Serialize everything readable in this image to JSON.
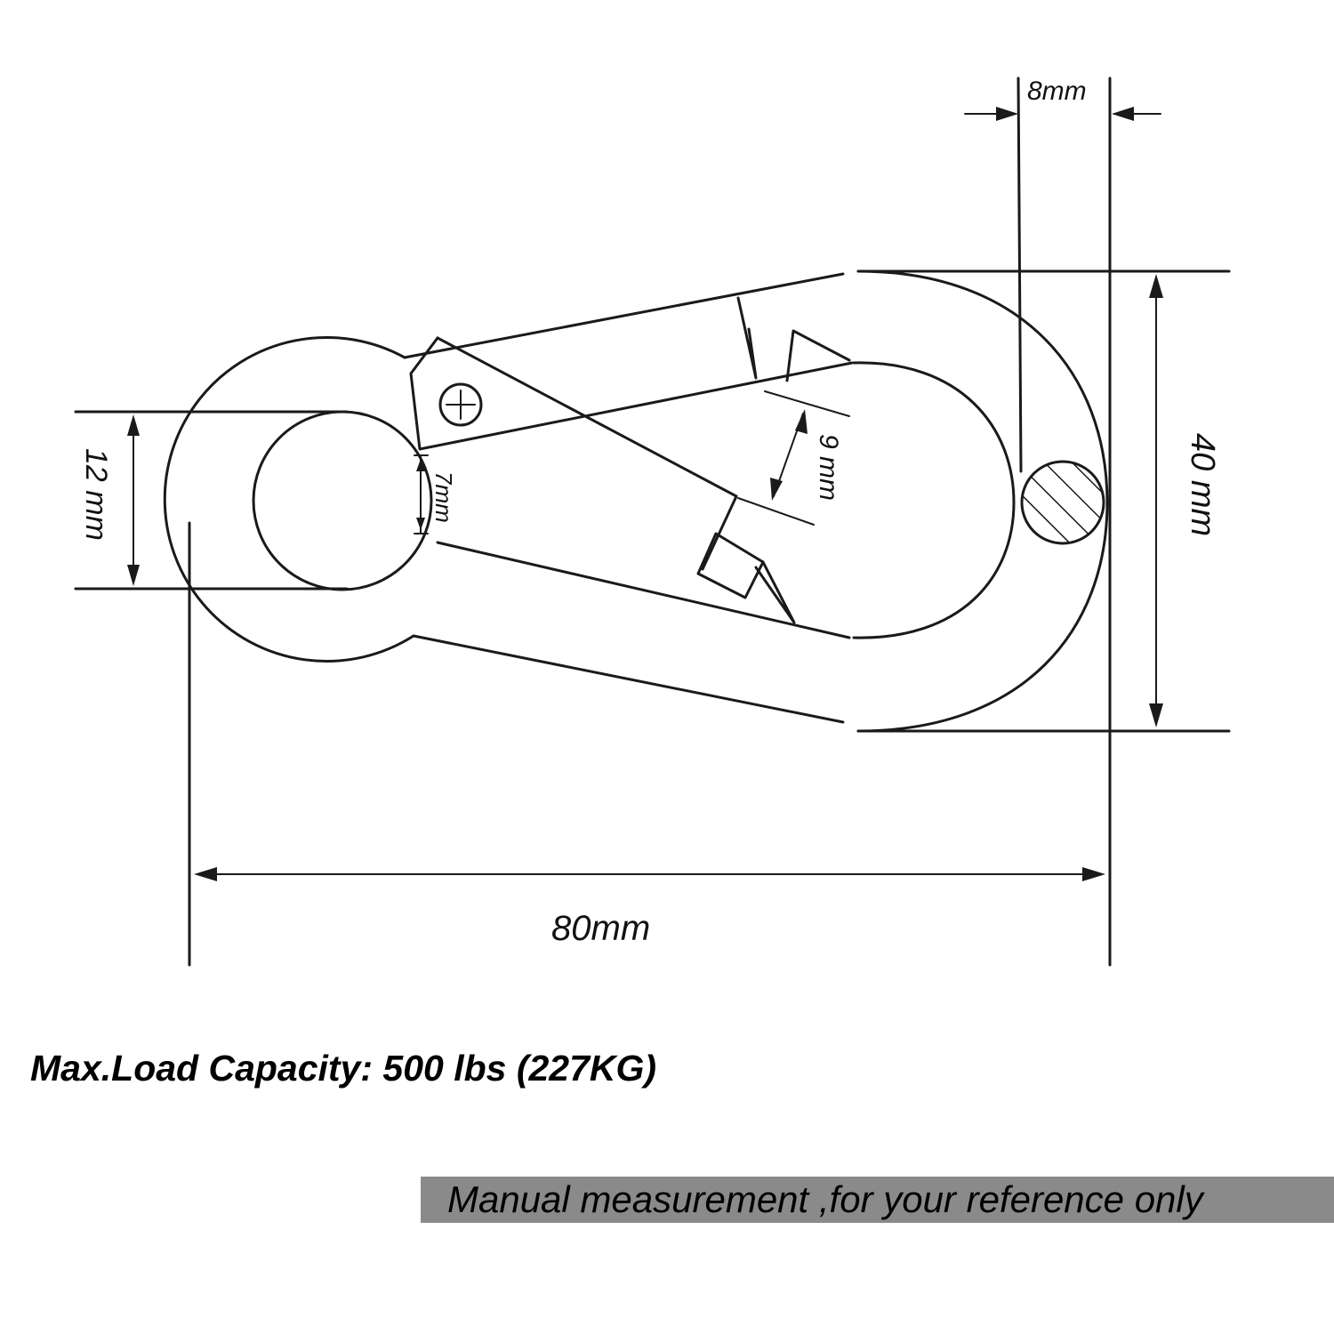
{
  "dimensions": {
    "gate_thickness": "8mm",
    "height": "40 mm",
    "eye_diameter": "12 mm",
    "eye_gap": "7mm",
    "gate_opening": "9 mm",
    "length": "80mm"
  },
  "specs": {
    "max_load": "Max.Load Capacity: 500 lbs (227KG)"
  },
  "note": {
    "text": "Manual measurement ,for your reference only"
  },
  "colors": {
    "stroke": "#1a1a1a",
    "note_background": "#8a8a8a"
  }
}
